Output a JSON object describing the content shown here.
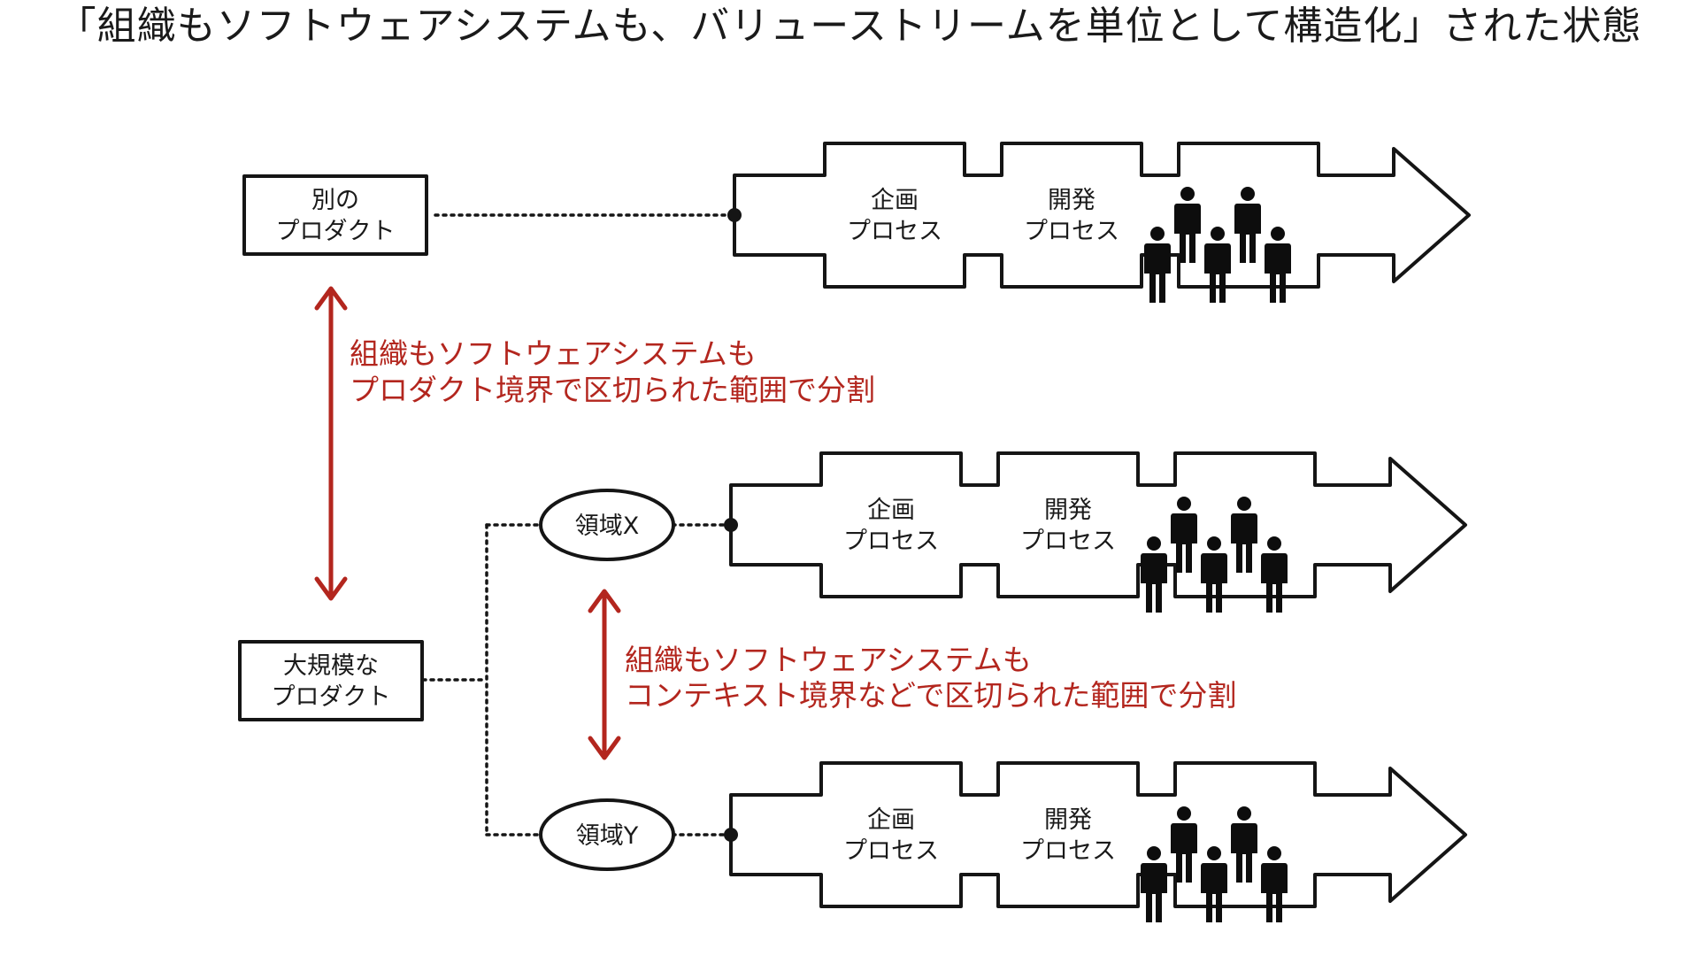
{
  "title": "「組織もソフトウェアシステムも、バリューストリームを単位として構造化」された状態",
  "colors": {
    "ink": "#151515",
    "annotation": "#b3261e",
    "background": "#ffffff"
  },
  "nodes": {
    "other_product": [
      "別の",
      "プロダクト"
    ],
    "large_product": [
      "大規模な",
      "プロダクト"
    ],
    "domain_x": "領域X",
    "domain_y": "領域Y"
  },
  "streams": [
    {
      "planning": [
        "企画",
        "プロセス"
      ],
      "development": [
        "開発",
        "プロセス"
      ],
      "team_icon": "people-group-icon"
    },
    {
      "planning": [
        "企画",
        "プロセス"
      ],
      "development": [
        "開発",
        "プロセス"
      ],
      "team_icon": "people-group-icon"
    },
    {
      "planning": [
        "企画",
        "プロセス"
      ],
      "development": [
        "開発",
        "プロセス"
      ],
      "team_icon": "people-group-icon"
    }
  ],
  "annotations": {
    "product_boundary": [
      "組織もソフトウェアシステムも",
      "プロダクト境界で区切られた範囲で分割"
    ],
    "context_boundary": [
      "組織もソフトウェアシステムも",
      "コンテキスト境界などで区切られた範囲で分割"
    ]
  }
}
